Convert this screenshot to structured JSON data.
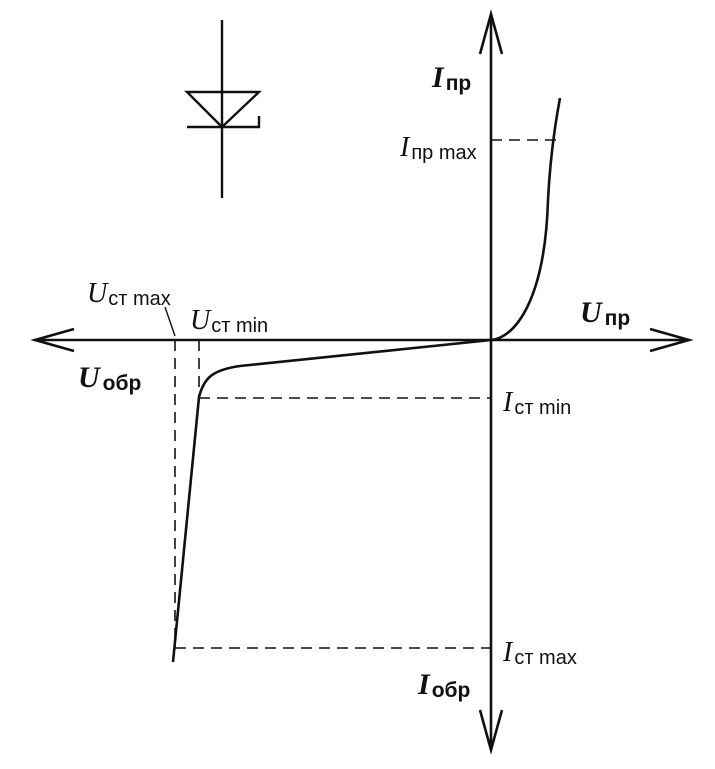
{
  "axes": {
    "forward_current": {
      "symbol": "I",
      "subscript": "пр"
    },
    "forward_voltage": {
      "symbol": "U",
      "subscript": "пр"
    },
    "reverse_current": {
      "symbol": "I",
      "subscript": "обр"
    },
    "reverse_voltage": {
      "symbol": "U",
      "subscript": "обр"
    }
  },
  "markers": {
    "i_pr_max": {
      "symbol": "I",
      "subscript": "пр max"
    },
    "i_st_min": {
      "symbol": "I",
      "subscript": "ст min"
    },
    "i_st_max": {
      "symbol": "I",
      "subscript": "ст max"
    },
    "u_st_max": {
      "symbol": "U",
      "subscript": "ст max"
    },
    "u_st_min": {
      "symbol": "U",
      "subscript": "ст min"
    }
  },
  "symbol": {
    "icon": "zener-diode-icon"
  }
}
